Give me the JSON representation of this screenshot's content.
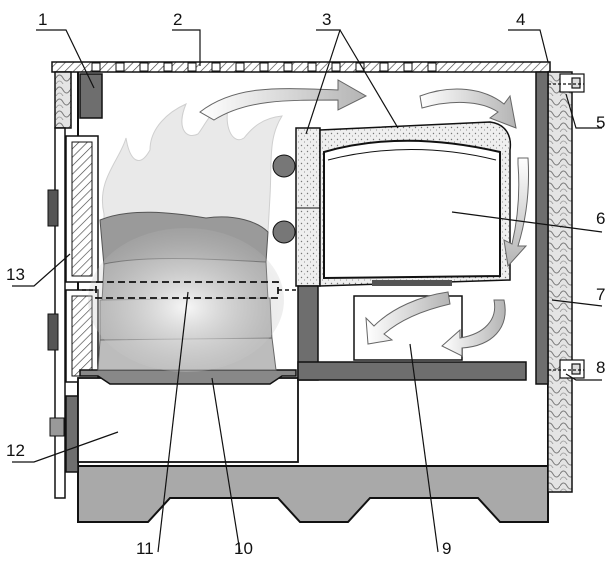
{
  "callouts": {
    "c1": "1",
    "c2": "2",
    "c3": "3",
    "c4": "4",
    "c5": "5",
    "c6": "6",
    "c7": "7",
    "c8": "8",
    "c9": "9",
    "c10": "10",
    "c11": "11",
    "c12": "12",
    "c13": "13"
  },
  "colors": {
    "outline": "#111111",
    "gray_wall": "#6e6e6e",
    "base": "#a9a9a9",
    "chamotte": "#ededed",
    "flow_arrow": "#c8c8c8",
    "fire": "#e9e9e9",
    "fuel": "#9a9a9a"
  }
}
